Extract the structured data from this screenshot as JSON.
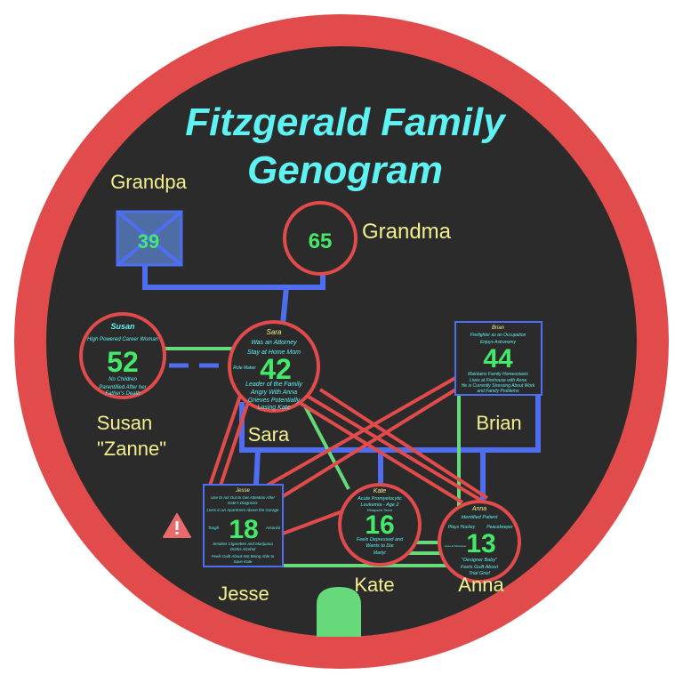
{
  "title": {
    "line1": "Fitzgerald Family",
    "line2": "Genogram"
  },
  "colors": {
    "ring": "#e24b4b",
    "background": "#2b2b2b",
    "title": "#5ef2f2",
    "label": "#f3ef8e",
    "age": "#45e96a",
    "note": "#5ef2f2",
    "blue_line": "#4f6df0",
    "red_line": "#e24b4b",
    "green_line": "#66d97a"
  },
  "people": {
    "grandpa": {
      "label": "Grandpa",
      "age": "39"
    },
    "grandma": {
      "label": "Grandma",
      "age": "65"
    },
    "susan": {
      "label_line1": "Susan",
      "label_line2": "\"Zanne\"",
      "name": "Susan",
      "age": "52",
      "notes": [
        "High Powered Career Woman",
        "No Children",
        "Parentified After her",
        "Father's Death"
      ]
    },
    "sara": {
      "label": "Sara",
      "name": "Sara",
      "age": "42",
      "notes_top": [
        "Was an Attorney",
        "Stay at Home Mom"
      ],
      "side_note": "Role Maker",
      "notes_bottom": [
        "Leader of the Family",
        "Angry With Anna",
        "Grieves Potentially",
        "Losing Kate"
      ]
    },
    "brian": {
      "label": "Brian",
      "name": "Brian",
      "age": "44",
      "notes_top": [
        "Firefighter as an Occupation",
        "Enjoys Astronomy"
      ],
      "notes_bottom": [
        "Maintains Family Homeostasis",
        "Lives at Firehouse with Anna",
        "He is Currently Stressing About Work",
        "and Family Problems"
      ]
    },
    "jesse": {
      "label": "Jesse",
      "name": "Jesse",
      "age": "18",
      "notes_top": [
        "Use to Act Out to Get Attention After",
        "Kate's Diagnosis",
        "Lives in an Apartment Above the Garage"
      ],
      "side_left": "Tough",
      "side_right": "Arsonist",
      "notes_bottom": [
        "Smokes Cigarettes and Marijuana",
        "Drinks Alcohol",
        "Feels Guilt About Not Being Able to",
        "Save Kate"
      ]
    },
    "kate": {
      "label": "Kate",
      "name": "Kate",
      "age": "16",
      "notes_top": [
        "Acute Promyelocytic",
        "Leukemia - Age 2",
        "Relapsed Twice"
      ],
      "notes_bottom": [
        "Feels Depressed and",
        "Wants to Die",
        "Martyr"
      ]
    },
    "anna": {
      "label": "Anna",
      "name": "Anna",
      "age": "13",
      "notes_top": [
        "Identified Patient"
      ],
      "side_left": "Plays Hockey",
      "side_right": "Peacekeeper",
      "side_small": "Lives at Firehouse",
      "notes_bottom": [
        "\"Designer Baby\"",
        "Feels Guilt About",
        "Trial Grief"
      ]
    }
  },
  "warning_icon": "warning-triangle-icon",
  "tab_icon": "green-tab-icon"
}
